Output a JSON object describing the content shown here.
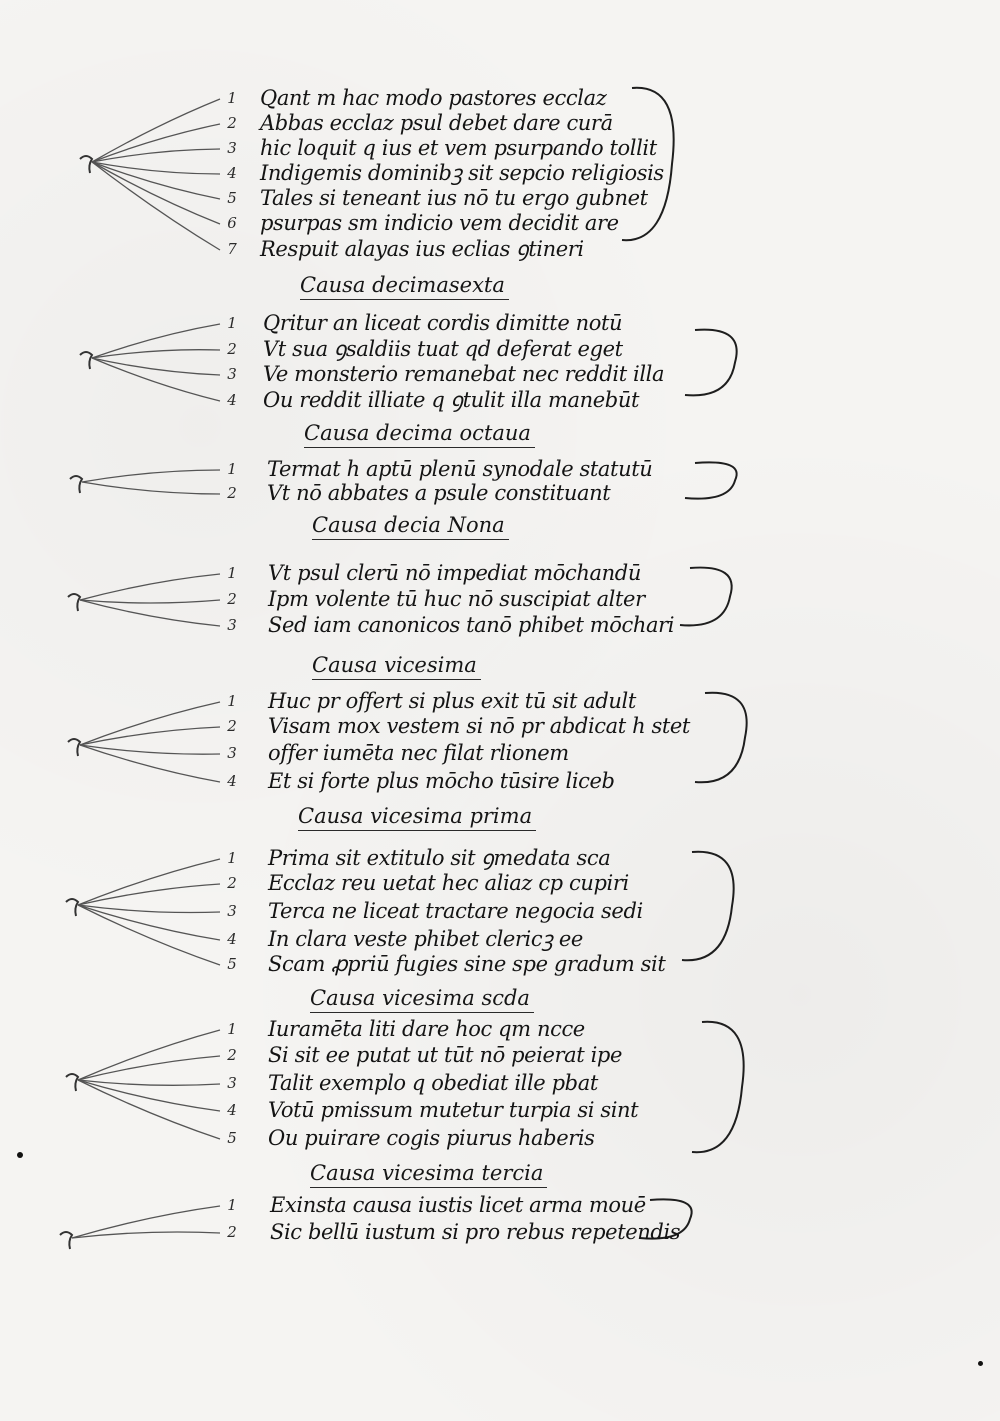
{
  "sections": [
    {
      "heading": "",
      "lines": [
        {
          "num": "1",
          "text": "Qant m hac modo pastores ecclaz"
        },
        {
          "num": "2",
          "text": "Abbas ecclaz psul debet dare curā"
        },
        {
          "num": "3",
          "text": "hic loquit q ius et vem psurpando tollit"
        },
        {
          "num": "4",
          "text": "Indigemis dominibꝫ sit sepcio religiosis"
        },
        {
          "num": "5",
          "text": "Tales si teneant ius nō tu ergo gubnet"
        },
        {
          "num": "6",
          "text": "psurpas sm indicio vem decidit are"
        },
        {
          "num": "7",
          "text": "Respuit alayas ius eclias ꝯtineri"
        }
      ]
    },
    {
      "heading": "Causa decimasexta",
      "lines": [
        {
          "num": "1",
          "text": "Qritur an liceat cordis dimitte notū"
        },
        {
          "num": "2",
          "text": "Vt sua ꝯsaldiis tuat qd deferat eget"
        },
        {
          "num": "3",
          "text": "Ve monsterio remanebat nec reddit illa"
        },
        {
          "num": "4",
          "text": "Ou reddit illiate q ꝯtulit illa manebūt"
        }
      ]
    },
    {
      "heading": "Causa decima octaua",
      "lines": [
        {
          "num": "1",
          "text": "Termat h aptū plenū synodale statutū"
        },
        {
          "num": "2",
          "text": "Vt nō abbates a psule constituant"
        }
      ]
    },
    {
      "heading": "Causa decia Nona",
      "lines": [
        {
          "num": "1",
          "text": "Vt psul clerū nō impediat mōchandū"
        },
        {
          "num": "2",
          "text": "Ipm volente tū huc nō suscipiat alter"
        },
        {
          "num": "3",
          "text": "Sed iam canonicos tanō phibet mōchari"
        }
      ]
    },
    {
      "heading": "Causa vicesima",
      "lines": [
        {
          "num": "1",
          "text": "Huc pr offert si plus exit tū sit adult"
        },
        {
          "num": "2",
          "text": "Visam mox vestem si nō pr abdicat h stet"
        },
        {
          "num": "3",
          "text": "offer iumēta nec filat rlionem"
        },
        {
          "num": "4",
          "text": "Et si forte plus mōcho tūsire liceb"
        }
      ]
    },
    {
      "heading": "Causa vicesima prima",
      "lines": [
        {
          "num": "1",
          "text": "Prima sit extitulo sit ꝯmedata sca"
        },
        {
          "num": "2",
          "text": "Ecclaz reu uetat hec aliaz cp cupiri"
        },
        {
          "num": "3",
          "text": "Terca ne liceat tractare negocia sedi"
        },
        {
          "num": "4",
          "text": "In clara veste phibet clericꝫ ee"
        },
        {
          "num": "5",
          "text": "Scam ꝓpriū fugies sine spe gradum sit"
        }
      ]
    },
    {
      "heading": "Causa vicesima scda",
      "lines": [
        {
          "num": "1",
          "text": "Iuramēta liti dare hoc qm ncce"
        },
        {
          "num": "2",
          "text": "Si sit ee putat ut tūt nō peierat ipe"
        },
        {
          "num": "3",
          "text": "Talit exemplo q obediat ille pbat"
        },
        {
          "num": "4",
          "text": "Votū pmissum mutetur turpia si sint"
        },
        {
          "num": "5",
          "text": "Ou puirare cogis piurus haberis"
        }
      ]
    },
    {
      "heading": "Causa vicesima tercia",
      "lines": [
        {
          "num": "1",
          "text": "Exinsta causa iustis licet arma mouē"
        },
        {
          "num": "2",
          "text": "Sic bellū iustum si pro rebus repetendis"
        }
      ]
    }
  ]
}
